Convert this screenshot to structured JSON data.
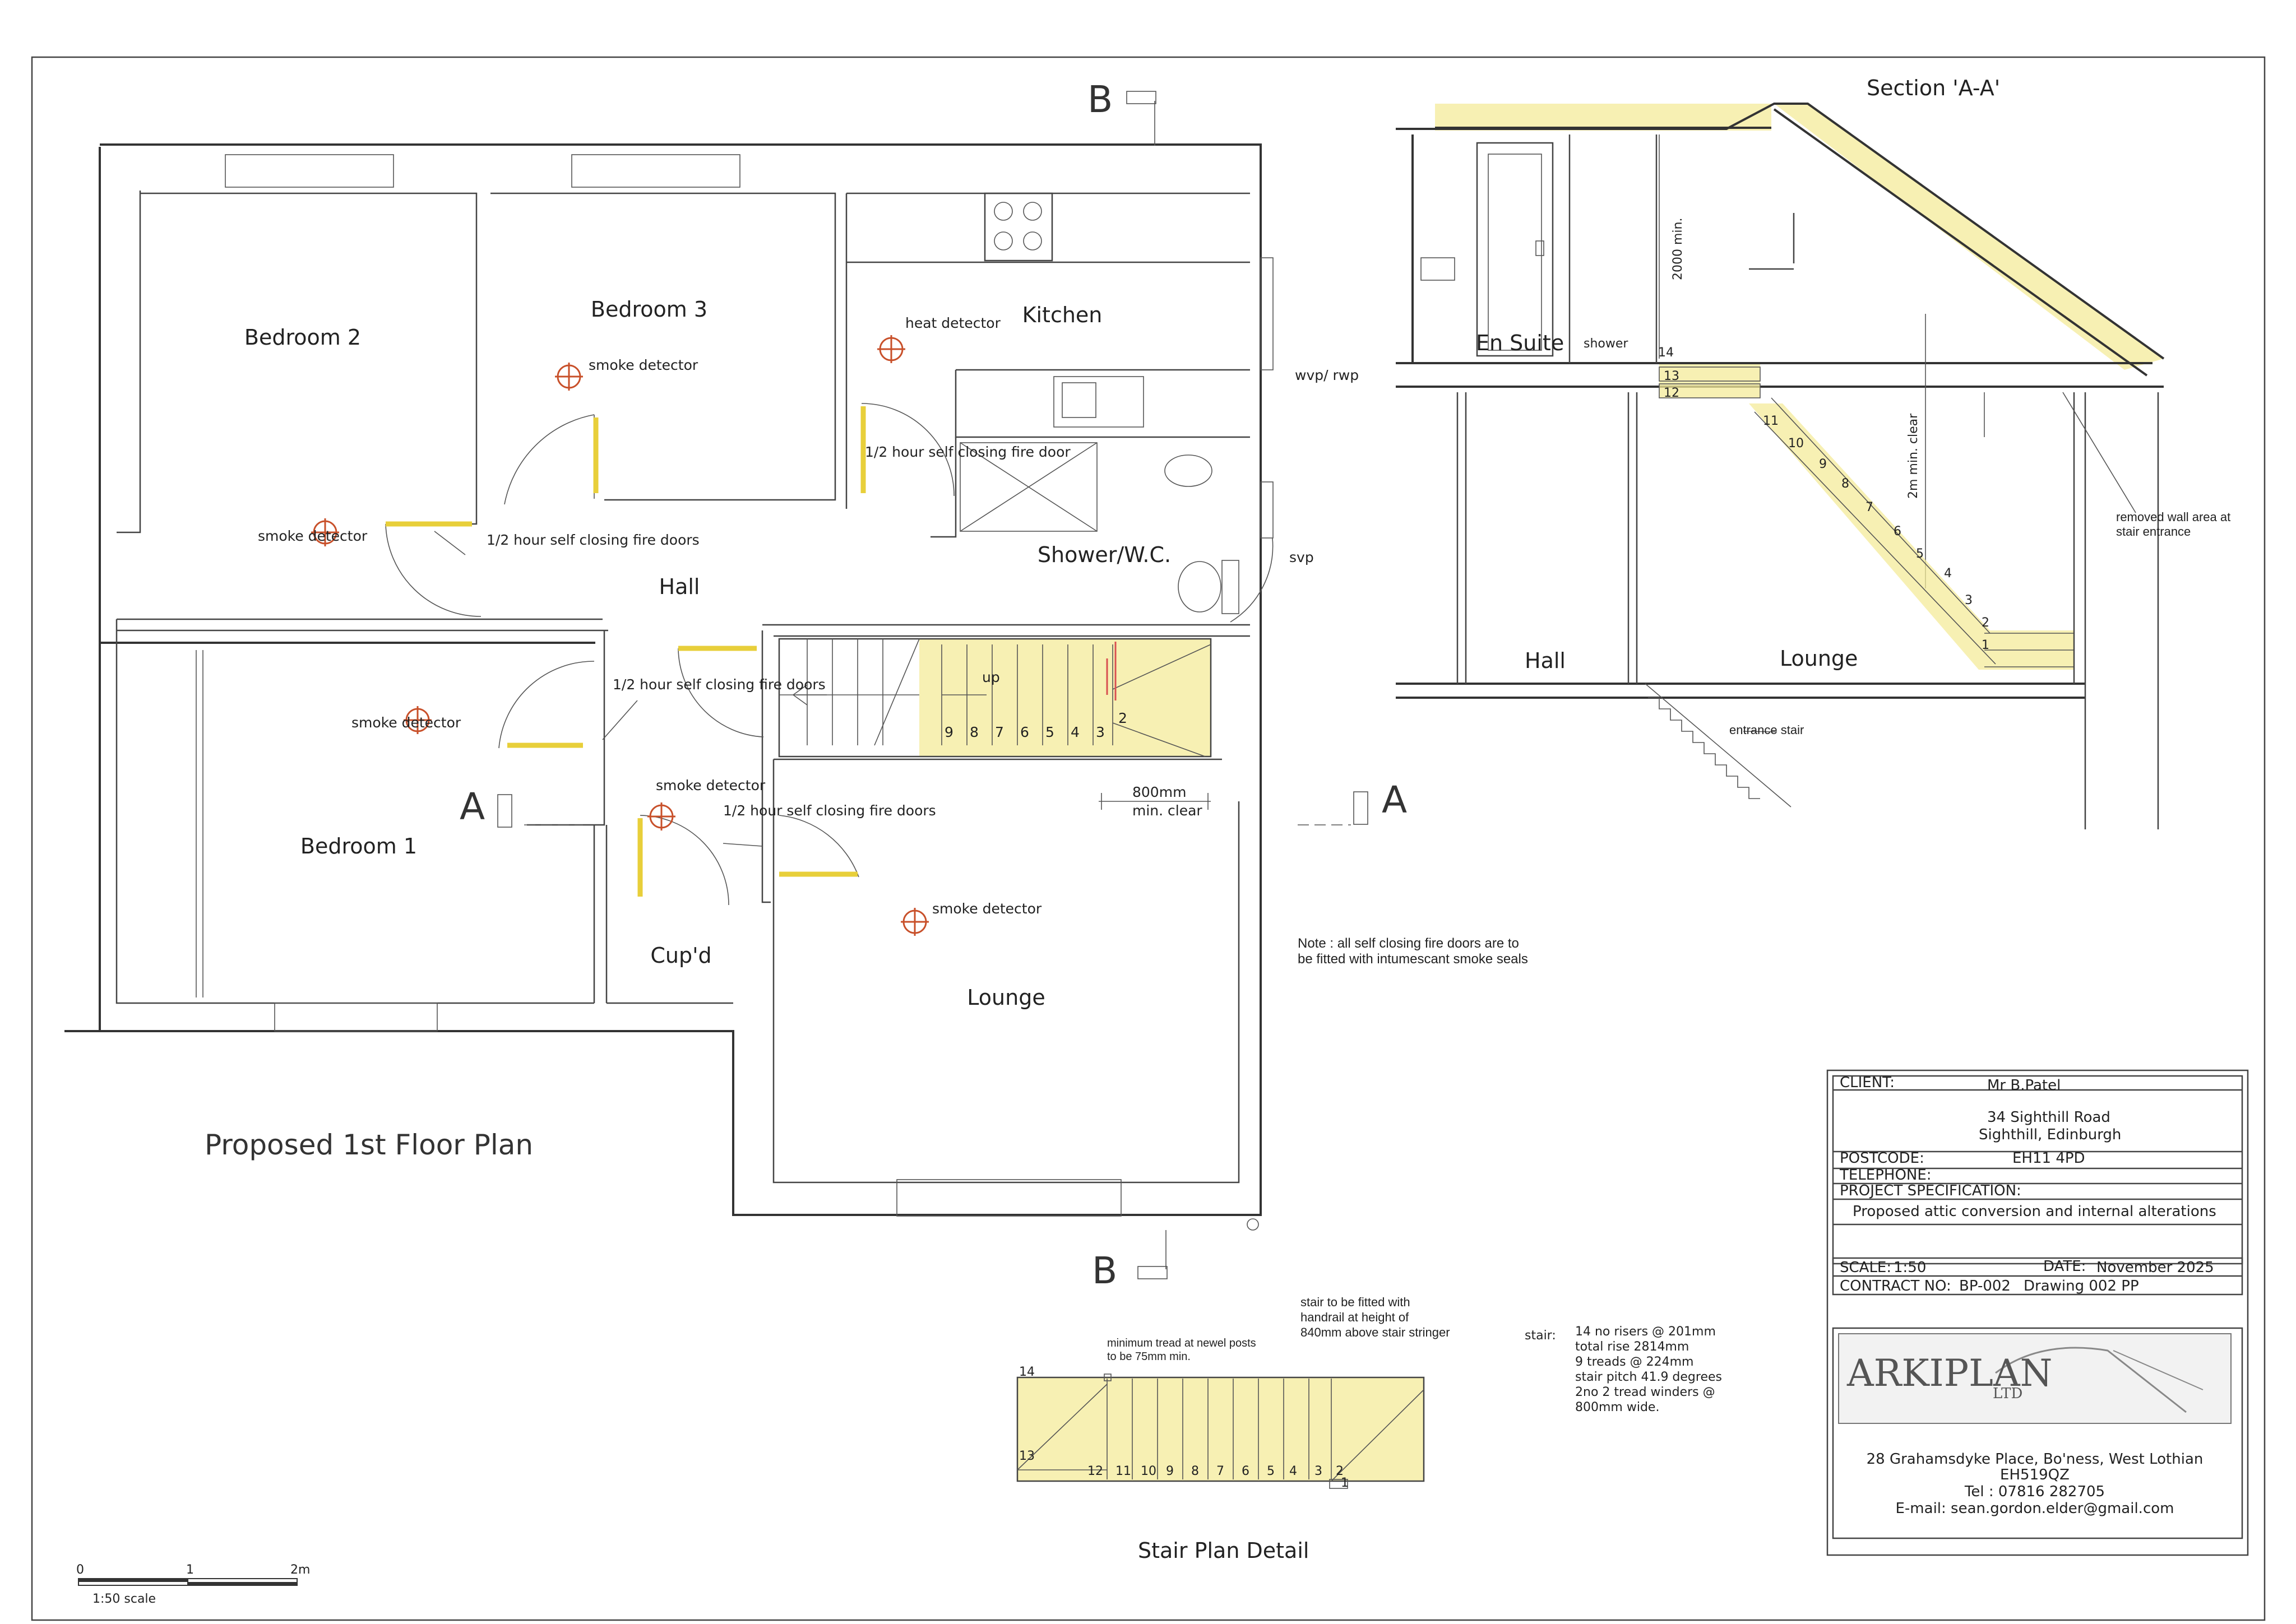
{
  "plan": {
    "title": "Proposed 1st Floor Plan",
    "rooms": {
      "bedroom1": "Bedroom 1",
      "bedroom2": "Bedroom 2",
      "bedroom3": "Bedroom 3",
      "kitchen": "Kitchen",
      "hall": "Hall",
      "shower": "Shower/W.C.",
      "cupd": "Cup'd",
      "lounge": "Lounge"
    },
    "smoke_detector": "smoke detector",
    "heat_detector": "heat detector",
    "fire_door_note": "1/2 hour self closing fire doors",
    "half_hour_door": "1/2 hour self closing fire door",
    "wvp": "wvp/ rwp",
    "svp": "svp",
    "stair_up": "up",
    "stair_numbers": [
      "9",
      "8",
      "7",
      "6",
      "5",
      "4",
      "3",
      "2"
    ],
    "clear_width": "800mm",
    "clear_label": "min. clear",
    "section_marks": {
      "a": "A",
      "b": "B"
    },
    "note": "Note : all self closing fire doors are to be fitted with intumescant smoke seals"
  },
  "section": {
    "title": "Section 'A-A'",
    "en_suite": "En Suite",
    "shower": "shower",
    "headroom": "2000 min.",
    "clear": "2m min. clear",
    "removed_wall": "removed wall area at stair entrance",
    "hall": "Hall",
    "lounge": "Lounge",
    "entrance_stair": "entrance stair",
    "step_numbers": [
      "14",
      "13",
      "12",
      "11",
      "10",
      "9",
      "8",
      "7",
      "6",
      "5",
      "4",
      "3",
      "2",
      "1"
    ]
  },
  "stair_detail": {
    "title": "Stair Plan Detail",
    "newel_note": "minimum tread at newel posts to be 75mm min.",
    "handrail_note": "stair to be fitted with handrail at height of 840mm above stair stringer",
    "numbers": [
      "14",
      "13",
      "12",
      "11",
      "10",
      "9",
      "8",
      "7",
      "6",
      "5",
      "4",
      "3",
      "2",
      "1"
    ],
    "spec_label": "stair:",
    "spec_lines": [
      "14 no risers @ 201mm",
      "total rise 2814mm",
      "9 treads @ 224mm",
      "stair pitch 41.9 degrees",
      "2no 2 tread winders @",
      "800mm wide."
    ]
  },
  "scale_bar": {
    "ticks": [
      "0",
      "1",
      "2m"
    ],
    "label": "1:50 scale"
  },
  "title_block": {
    "client_label": "CLIENT:",
    "client": "Mr B.Patel",
    "address1": "34 Sighthill Road",
    "address2": "Sighthill, Edinburgh",
    "postcode_label": "POSTCODE:",
    "postcode": "EH11 4PD",
    "telephone_label": "TELEPHONE:",
    "spec_label": "PROJECT SPECIFICATION:",
    "spec": "Proposed attic conversion and internal alterations",
    "scale_label": "SCALE:",
    "scale": "1:50",
    "date_label": "DATE:",
    "date": "November 2025",
    "contract_label": "CONTRACT NO:",
    "contract": "BP-002",
    "drawing": "Drawing 002 PP",
    "company": "ARKIPLAN",
    "company_suffix": "LTD",
    "company_address": "28 Grahamsdyke Place, Bo'ness, West Lothian",
    "company_postcode": "EH519QZ",
    "tel": "Tel : 07816 282705",
    "email": "E-mail: sean.gordon.elder@gmail.com"
  }
}
